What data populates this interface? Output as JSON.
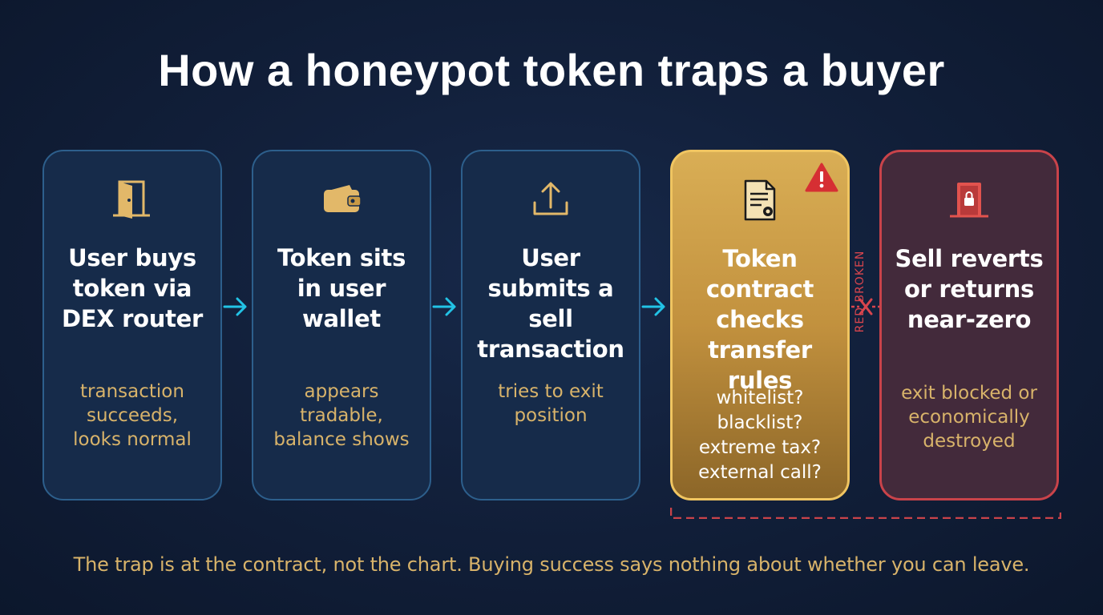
{
  "title": "How a honeypot token traps a buyer",
  "steps": [
    {
      "icon": "open-door-icon",
      "heading": "User buys\ntoken via\nDEX router",
      "description": "transaction\nsucceeds,\nlooks normal"
    },
    {
      "icon": "wallet-icon",
      "heading": "Token sits\nin user\nwallet",
      "description": "appears\ntradable,\nbalance shows"
    },
    {
      "icon": "upload-icon",
      "heading": "User\nsubmits a\nsell\ntransaction",
      "description": "tries to exit\nposition"
    },
    {
      "icon": "contract-document-icon",
      "badge_icon": "warning-triangle-icon",
      "heading": "Token\ncontract\nchecks\ntransfer rules",
      "description": "whitelist?\nblacklist?\nextreme tax?\nexternal call?"
    },
    {
      "icon": "locked-door-icon",
      "heading": "Sell reverts\nor returns\nnear-zero",
      "description": "exit blocked or\neconomically\ndestroyed"
    }
  ],
  "broken_label": "RED BROKEN",
  "footer": "The trap is at the contract, not the chart. Buying success says nothing about whether you can leave.",
  "colors": {
    "background": "#12203b",
    "card_fill": "#162b4a",
    "card_border": "#2d5f8c",
    "warning_card": "#c99a45",
    "danger_card_border": "#c9434a",
    "arrow": "#22c3e6",
    "accent_text": "#d8b36a",
    "danger": "#d8454d"
  }
}
